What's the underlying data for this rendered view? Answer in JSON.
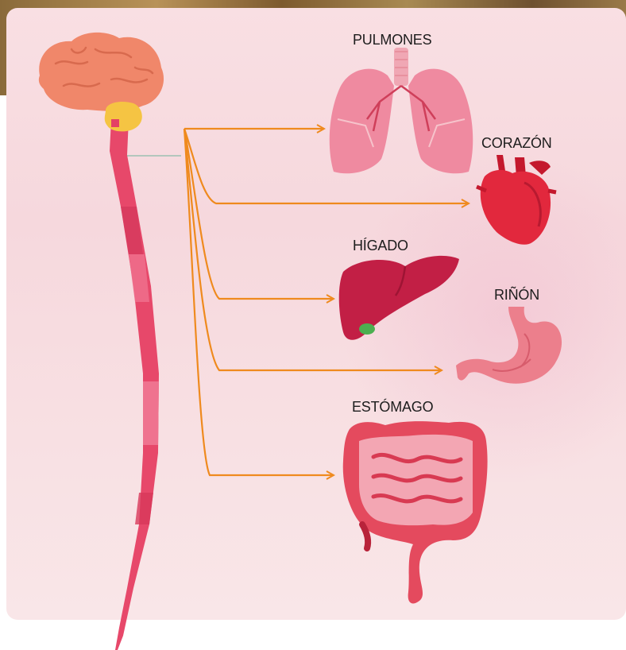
{
  "organs": {
    "lungs": "PULMONES",
    "heart": "CORAZÓN",
    "liver": "HÍGADO",
    "kidney": "RIÑÓN",
    "stomach": "ESTÓMAGO"
  },
  "colors": {
    "arrow": "#ef8a1e",
    "brain": "#f0876a",
    "cerebellum": "#f5c443",
    "spinal_cord": "#e7486a",
    "lungs": "#ef8aa0",
    "heart": "#e2283d",
    "liver": "#c21f45",
    "stomach": "#ec7f8c",
    "intestines": "#e44a5e",
    "gallbladder": "#4caf50"
  },
  "icons": [
    "brain-icon",
    "lungs-icon",
    "heart-icon",
    "liver-icon",
    "stomach-icon",
    "intestines-icon"
  ]
}
